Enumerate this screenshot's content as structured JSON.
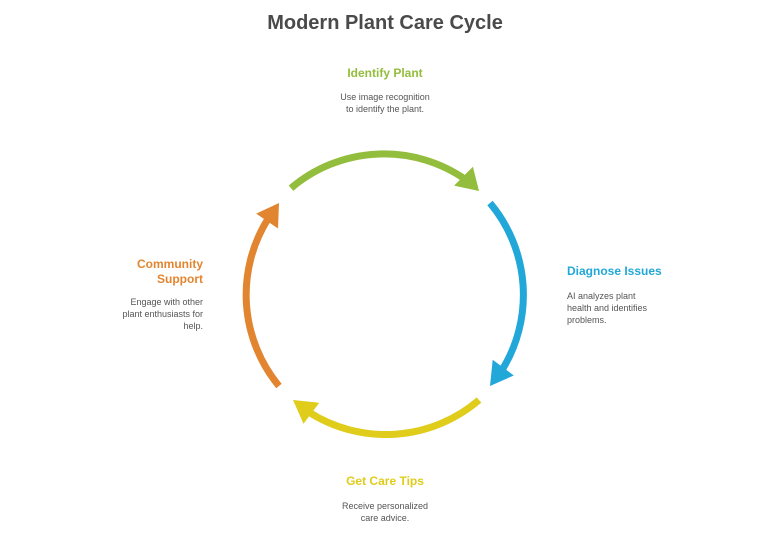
{
  "title": "Modern Plant Care Cycle",
  "colors": {
    "identify": "#93bd3c",
    "diagnose": "#22a8d8",
    "tips": "#dfcc1b",
    "community": "#e28530",
    "title_text": "#4a4a4a",
    "body_text": "#555555"
  },
  "steps": [
    {
      "title": "Identify Plant",
      "desc": [
        "Use image recognition",
        "to identify the plant."
      ]
    },
    {
      "title": "Diagnose Issues",
      "desc": [
        "AI analyzes plant",
        "health and identifies",
        "problems."
      ]
    },
    {
      "title": "Get Care Tips",
      "desc": [
        "Receive personalized",
        "care advice."
      ]
    },
    {
      "title": "Community",
      "title2": "Support",
      "desc": [
        "Engage with other",
        "plant enthusiasts for",
        "help."
      ]
    }
  ]
}
